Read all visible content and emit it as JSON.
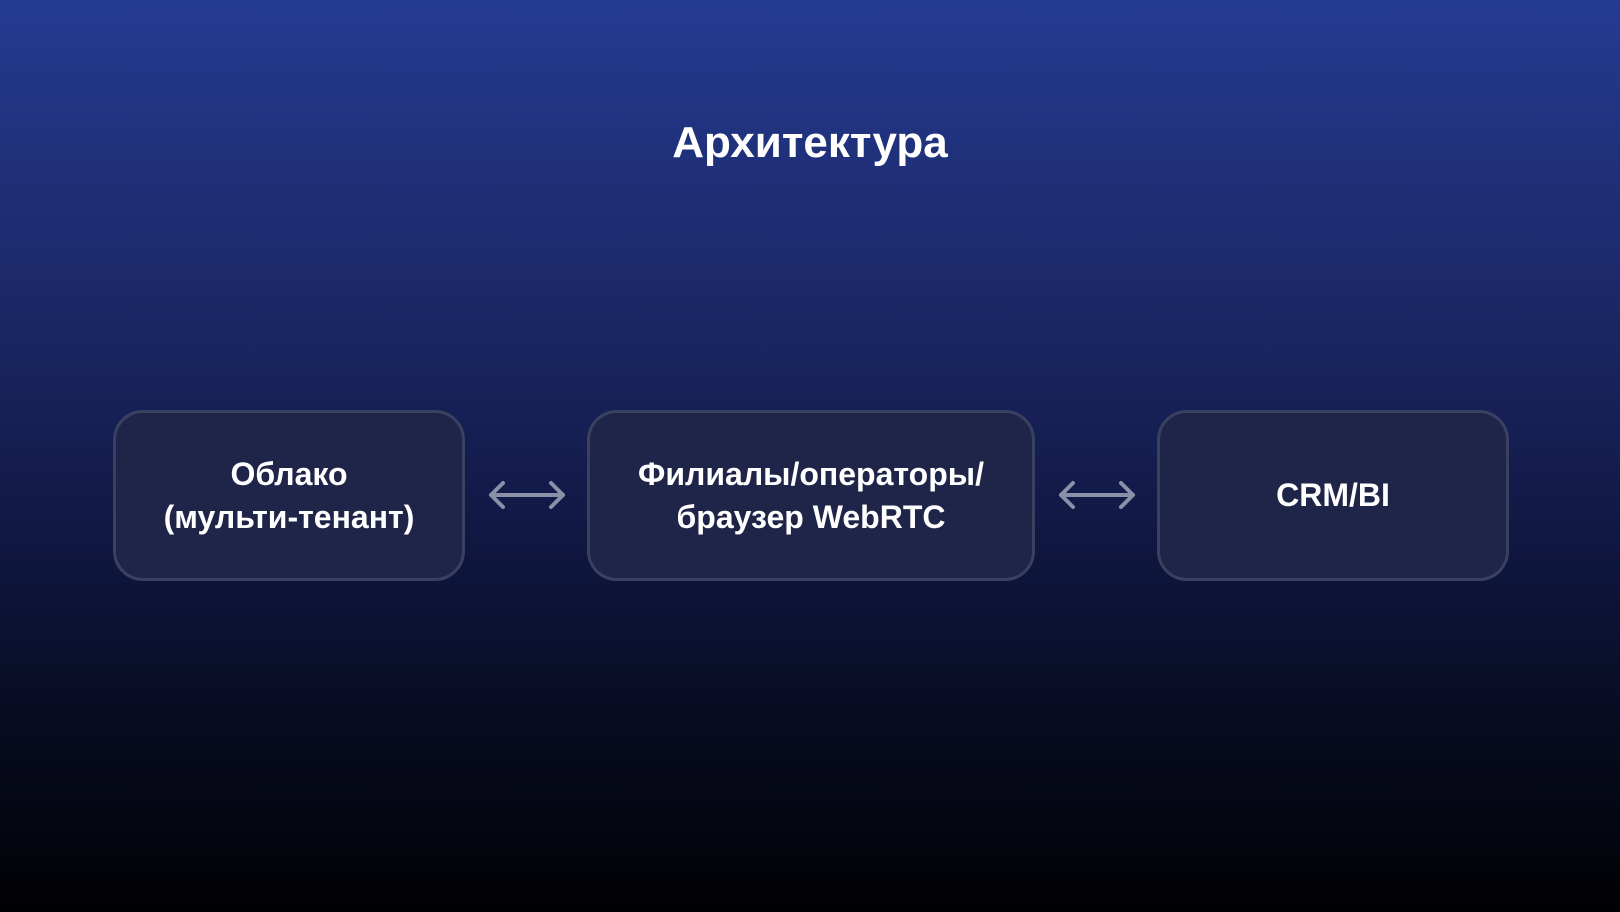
{
  "title": "Архитектура",
  "nodes": [
    {
      "line1": "Облако",
      "line2": "(мульти-тенант)"
    },
    {
      "line1": "Филиалы/операторы/",
      "line2": "браузер WebRTC"
    },
    {
      "line1": "CRM/BI"
    }
  ],
  "colors": {
    "arrow": "#8a90a8",
    "box_border": "#3a4160",
    "box_fill": "#1f2548"
  }
}
